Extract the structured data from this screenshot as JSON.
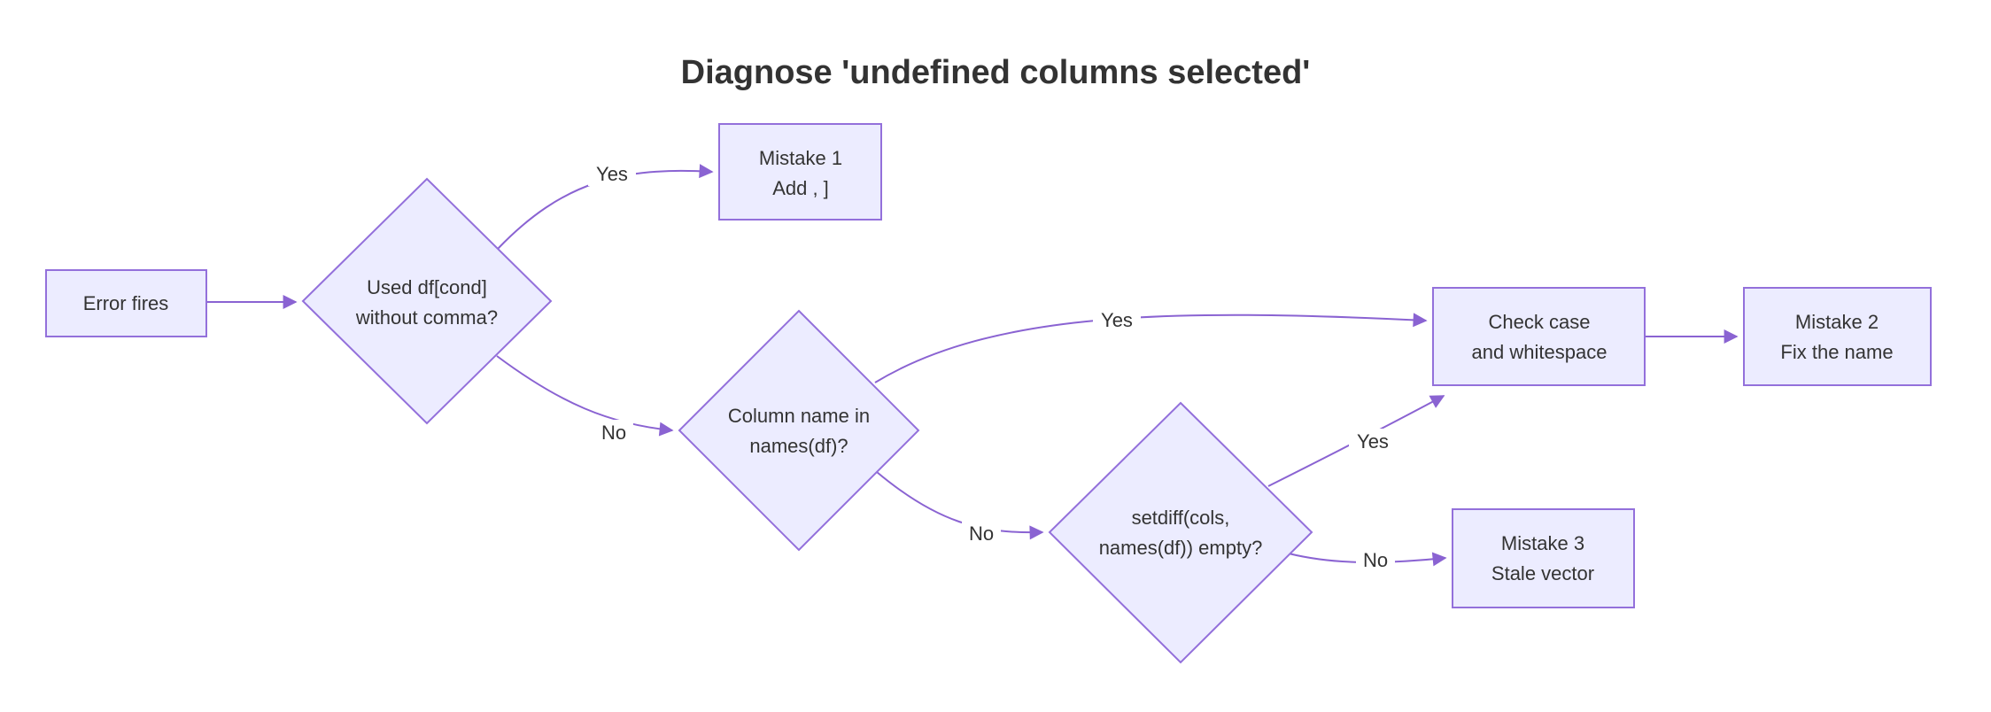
{
  "title": "Diagnose 'undefined columns selected'",
  "colors": {
    "background": "#ffffff",
    "node_fill": "#ECECFF",
    "node_border": "#9370DB",
    "edge": "#8A63D2",
    "text": "#333333"
  },
  "nodes": {
    "error": {
      "label": "Error fires"
    },
    "d1": {
      "line1": "Used df[cond]",
      "line2": "without comma?"
    },
    "m1": {
      "line1": "Mistake 1",
      "line2": "Add , ]"
    },
    "d2": {
      "line1": "Column name in",
      "line2": "names(df)?"
    },
    "d3": {
      "line1": "setdiff(cols,",
      "line2": "names(df)) empty?"
    },
    "check": {
      "line1": "Check case",
      "line2": "and whitespace"
    },
    "m2": {
      "line1": "Mistake 2",
      "line2": "Fix the name"
    },
    "m3": {
      "line1": "Mistake 3",
      "line2": "Stale vector"
    }
  },
  "edges": [
    {
      "from": "error-fires",
      "to": "used-df-cond-without-comma",
      "label": ""
    },
    {
      "from": "used-df-cond-without-comma",
      "to": "mistake-1",
      "label": "Yes"
    },
    {
      "from": "used-df-cond-without-comma",
      "to": "column-name-in-names-df",
      "label": "No"
    },
    {
      "from": "column-name-in-names-df",
      "to": "check-case-and-whitespace",
      "label": "Yes"
    },
    {
      "from": "column-name-in-names-df",
      "to": "setdiff-cols-names-df-empty",
      "label": "No"
    },
    {
      "from": "setdiff-cols-names-df-empty",
      "to": "check-case-and-whitespace",
      "label": "Yes"
    },
    {
      "from": "setdiff-cols-names-df-empty",
      "to": "mistake-3",
      "label": "No"
    },
    {
      "from": "check-case-and-whitespace",
      "to": "mistake-2",
      "label": ""
    }
  ]
}
